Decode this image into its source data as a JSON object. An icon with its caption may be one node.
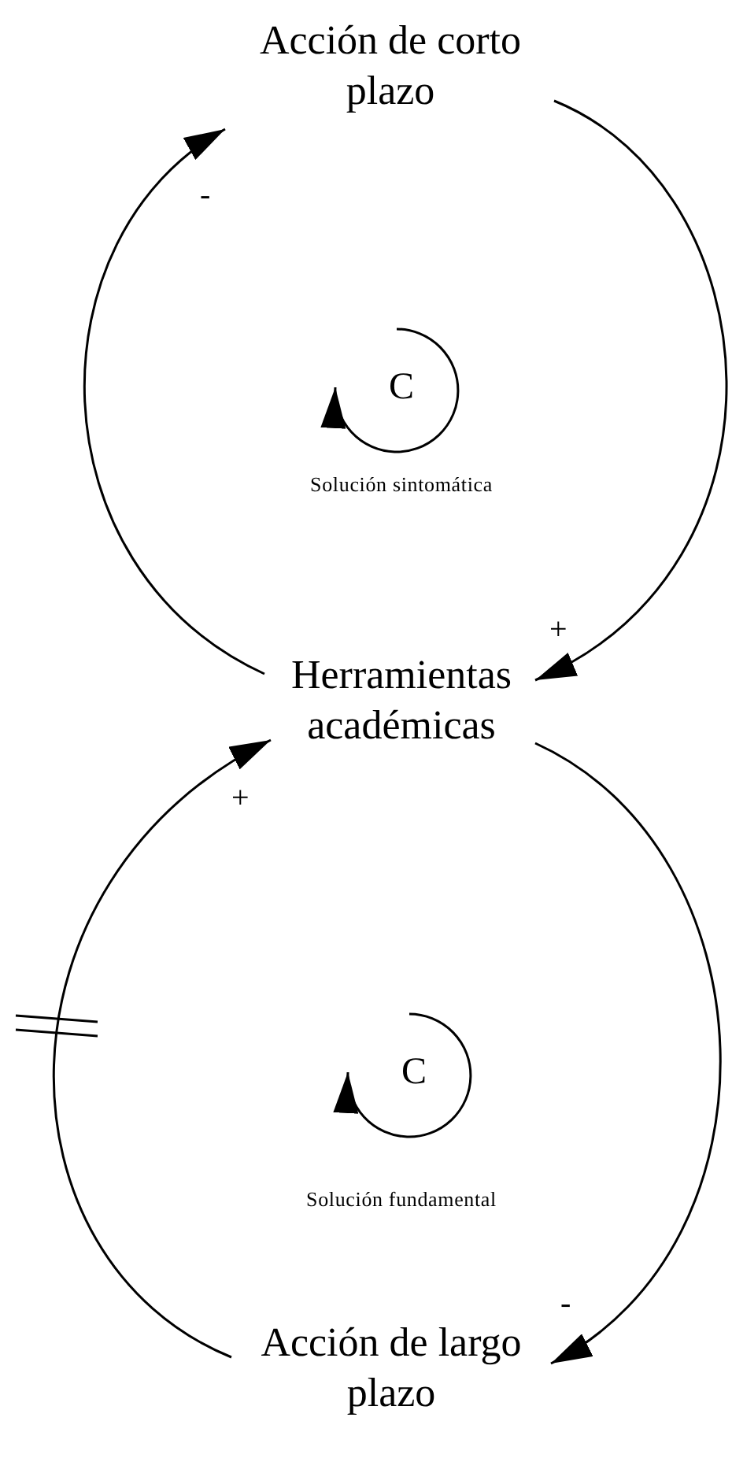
{
  "diagram": {
    "nodes": [
      {
        "text": [
          "Acción de corto plazo"
        ]
      },
      {
        "text": [
          "Herramientas académicas"
        ]
      },
      {
        "text": [
          "Acción de largo plazo"
        ]
      }
    ],
    "edges": [
      {
        "from": 0,
        "to": 1,
        "arrow": "to",
        "label": "+"
      },
      {
        "from": 1,
        "to": 0,
        "arrow": "to",
        "label": "-"
      },
      {
        "from": 1,
        "to": 2,
        "arrow": "to",
        "label": "-"
      },
      {
        "from": 2,
        "to": 1,
        "arrow": "to",
        "label": "+"
      }
    ],
    "labels": [
      "C",
      "Solución sintomática",
      "C",
      "Solución fundamental"
    ]
  }
}
